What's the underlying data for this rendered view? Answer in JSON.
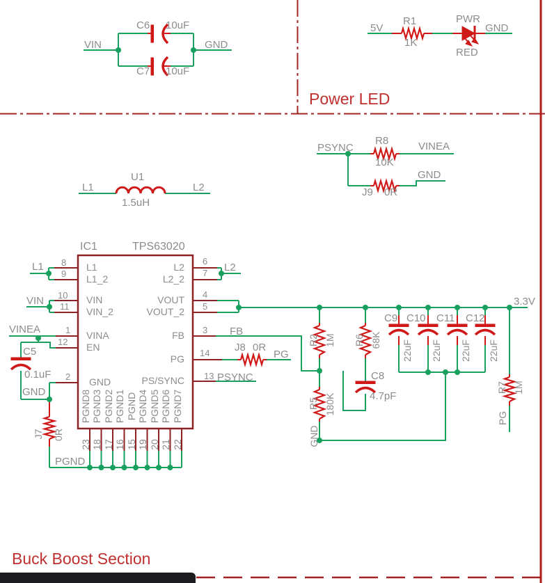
{
  "titles": {
    "power_led": "Power LED",
    "buck_boost": "Buck Boost Section"
  },
  "nets": {
    "vin": "VIN",
    "gnd": "GND",
    "l1": "L1",
    "l2": "L2",
    "vinea": "VINEA",
    "psync": "PSYNC",
    "pgnd": "PGND",
    "fb": "FB",
    "pg": "PG",
    "v33": "3.3V",
    "v5": "5V"
  },
  "input_caps": {
    "c6": {
      "ref": "C6",
      "value": "10uF"
    },
    "c7": {
      "ref": "C7",
      "value": "10uF"
    }
  },
  "power_led": {
    "resistor": {
      "ref": "R1",
      "value": "1K"
    },
    "led": {
      "ref": "PWR",
      "color": "RED"
    }
  },
  "sync_net": {
    "r8": {
      "ref": "R8",
      "value": "10K"
    },
    "j9": {
      "ref": "J9",
      "value": "0R"
    }
  },
  "inductor": {
    "ref": "U1",
    "value": "1.5uH"
  },
  "ic": {
    "ref": "IC1",
    "part": "TPS63020",
    "left_pins": [
      {
        "num": "8",
        "name": "L1"
      },
      {
        "num": "9",
        "name": "L1_2"
      },
      {
        "num": "10",
        "name": "VIN"
      },
      {
        "num": "11",
        "name": "VIN_2"
      },
      {
        "num": "1",
        "name": "VINA"
      },
      {
        "num": "12",
        "name": "EN"
      },
      {
        "num": "2",
        "name": "GND"
      }
    ],
    "right_pins": [
      {
        "num": "6",
        "name": "L2"
      },
      {
        "num": "7",
        "name": "L2_2"
      },
      {
        "num": "4",
        "name": "VOUT"
      },
      {
        "num": "5",
        "name": "VOUT_2"
      },
      {
        "num": "3",
        "name": "FB"
      },
      {
        "num": "14",
        "name": "PG"
      },
      {
        "num": "13",
        "name": "PS/SYNC"
      }
    ],
    "bottom_pins": [
      {
        "num": "23",
        "name": "PGND8"
      },
      {
        "num": "18",
        "name": "PGND3"
      },
      {
        "num": "17",
        "name": "PGND2"
      },
      {
        "num": "16",
        "name": "PGND1"
      },
      {
        "num": "15",
        "name": "PGND"
      },
      {
        "num": "19",
        "name": "PGND4"
      },
      {
        "num": "20",
        "name": "PGND5"
      },
      {
        "num": "21",
        "name": "PGND6"
      },
      {
        "num": "22",
        "name": "PGND7"
      }
    ]
  },
  "parts": {
    "c5": {
      "ref": "C5",
      "value": "0.1uF"
    },
    "j7": {
      "ref": "J7",
      "value": "0R"
    },
    "j8": {
      "ref": "J8",
      "value": "0R"
    },
    "r2": {
      "ref": "R2",
      "value": "1M"
    },
    "r5": {
      "ref": "R5",
      "value": "180K"
    },
    "r6": {
      "ref": "R6",
      "value": "68K"
    },
    "r7": {
      "ref": "R7",
      "value": "1M"
    },
    "c8": {
      "ref": "C8",
      "value": "4.7pF"
    },
    "c9": {
      "ref": "C9",
      "value": "22uF"
    },
    "c10": {
      "ref": "C10",
      "value": "22uF"
    },
    "c11": {
      "ref": "C11",
      "value": "22uF"
    },
    "c12": {
      "ref": "C12",
      "value": "22uF"
    }
  },
  "colors": {
    "wire": "#17a05e",
    "symbol": "#cf1818",
    "pin": "#8e2222",
    "frame": "#a12424",
    "text": "#8c8c8c",
    "section_title": "#bf3030"
  }
}
